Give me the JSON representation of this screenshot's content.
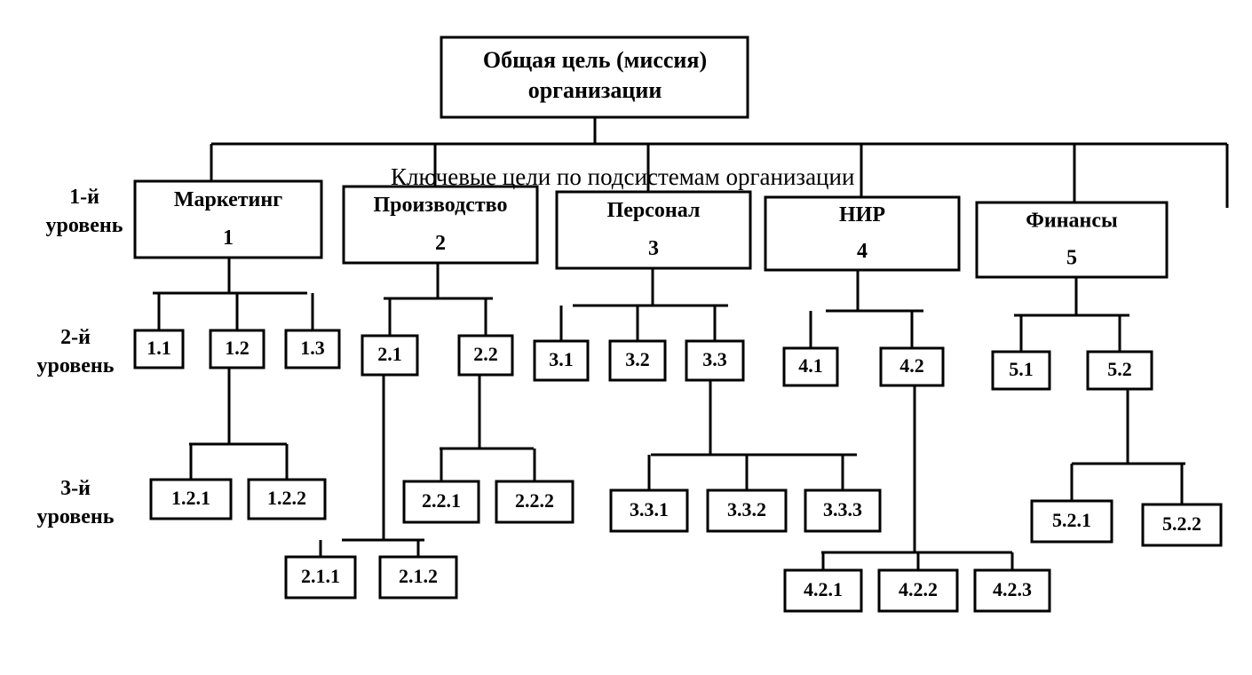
{
  "root": {
    "title_line1": "Общая цель (миссия)",
    "title_line2": "организации"
  },
  "banner": "Ключевые цели по подсистемам организации",
  "levels": [
    {
      "num": "1-й",
      "word": "уровень"
    },
    {
      "num": "2-й",
      "word": "уровень"
    },
    {
      "num": "3-й",
      "word": "уровень"
    }
  ],
  "subsystems": [
    {
      "name": "Маркетинг",
      "code": "1",
      "children": [
        {
          "code": "1.1"
        },
        {
          "code": "1.2",
          "children": [
            {
              "code": "1.2.1"
            },
            {
              "code": "1.2.2"
            }
          ]
        },
        {
          "code": "1.3"
        }
      ]
    },
    {
      "name": "Производство",
      "code": "2",
      "children": [
        {
          "code": "2.1",
          "children": [
            {
              "code": "2.1.1"
            },
            {
              "code": "2.1.2"
            }
          ]
        },
        {
          "code": "2.2",
          "children": [
            {
              "code": "2.2.1"
            },
            {
              "code": "2.2.2"
            }
          ]
        }
      ]
    },
    {
      "name": "Персонал",
      "code": "3",
      "children": [
        {
          "code": "3.1"
        },
        {
          "code": "3.2"
        },
        {
          "code": "3.3",
          "children": [
            {
              "code": "3.3.1"
            },
            {
              "code": "3.3.2"
            },
            {
              "code": "3.3.3"
            }
          ]
        }
      ]
    },
    {
      "name": "НИР",
      "code": "4",
      "children": [
        {
          "code": "4.1"
        },
        {
          "code": "4.2",
          "children": [
            {
              "code": "4.2.1"
            },
            {
              "code": "4.2.2"
            },
            {
              "code": "4.2.3"
            }
          ]
        }
      ]
    },
    {
      "name": "Финансы",
      "code": "5",
      "children": [
        {
          "code": "5.1"
        },
        {
          "code": "5.2",
          "children": [
            {
              "code": "5.2.1"
            },
            {
              "code": "5.2.2"
            }
          ]
        }
      ]
    }
  ],
  "colors": {
    "ink": "#000000",
    "background": "#ffffff"
  }
}
